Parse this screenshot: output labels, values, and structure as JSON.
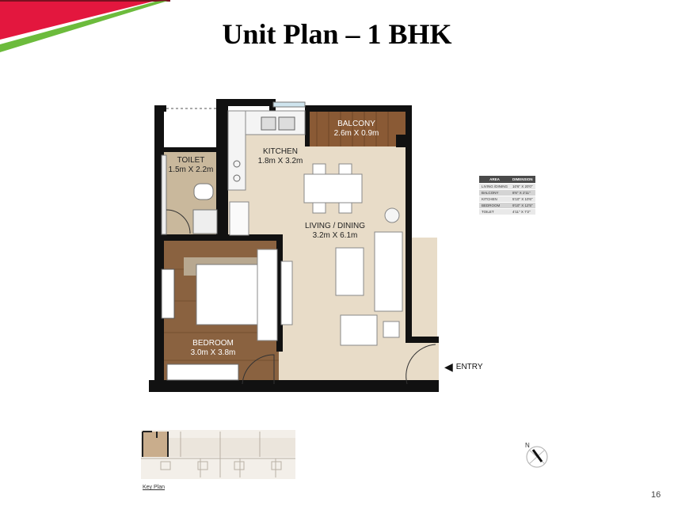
{
  "title": "Unit Plan – 1 BHK",
  "rooms": {
    "toilet": {
      "name": "TOILET",
      "size": "1.5m X 2.2m"
    },
    "kitchen": {
      "name": "KITCHEN",
      "size": "1.8m X 3.2m"
    },
    "balcony": {
      "name": "BALCONY",
      "size": "2.6m X 0.9m"
    },
    "living": {
      "name": "LIVING / DINING",
      "size": "3.2m X 6.1m"
    },
    "bedroom": {
      "name": "BEDROOM",
      "size": "3.0m X 3.8m"
    }
  },
  "entry_label": "ENTRY",
  "area_table": {
    "headers": [
      "AREA",
      "DIMENSION"
    ],
    "rows": [
      [
        "LIVING /DINING",
        "10'6\" X 20'0\""
      ],
      [
        "BALCONY",
        "8'6\" X 2'11\""
      ],
      [
        "KITCHEN",
        "5'10\" X 10'6\""
      ],
      [
        "BEDROOM",
        "9'10\" X 12'5\""
      ],
      [
        "TOILET",
        "4'11\" X 7'2\""
      ]
    ]
  },
  "key_plan_label": "Key Plan",
  "compass_label": "N",
  "page_number": "16",
  "colors": {
    "brand_red": "#e3173e",
    "brand_green": "#6cbb3c",
    "wood": "#8a6240",
    "marble": "#e8dcc8",
    "tile": "#c9b89c"
  }
}
